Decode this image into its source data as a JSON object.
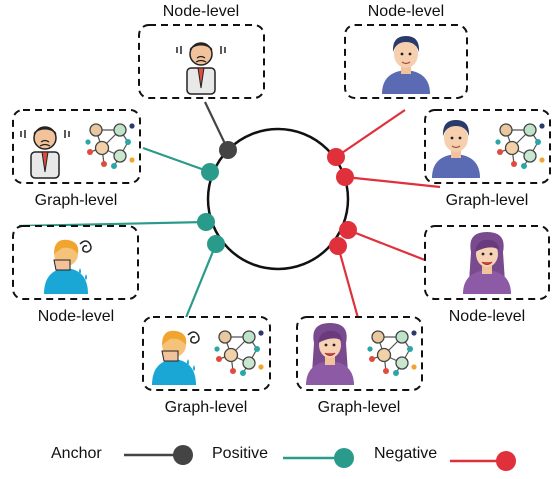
{
  "labels": {
    "top_left": "Node-level",
    "top_right": "Node-level",
    "mid_left_upper": "Graph-level",
    "mid_right_upper": "Graph-level",
    "mid_left_lower": "Node-level",
    "mid_right_lower": "Node-level",
    "bottom_left": "Graph-level",
    "bottom_right": "Graph-level"
  },
  "legend": {
    "anchor": "Anchor",
    "positive": "Positive",
    "negative": "Negative"
  },
  "colors": {
    "anchor": "#444444",
    "positive": "#2a9a8a",
    "negative": "#e0303c",
    "circle": "#111111"
  },
  "icons": {
    "top_left": "stressed-man-icon",
    "top_right": "calm-man-icon",
    "mid_left_upper_person": "stressed-man-icon",
    "mid_right_upper_person": "calm-man-icon",
    "mid_left_lower": "crying-woman-icon",
    "mid_right_lower": "smiling-woman-icon",
    "bottom_left_person": "crying-woman-icon",
    "bottom_right_person": "smiling-woman-icon",
    "graph": "network-graph-icon"
  }
}
